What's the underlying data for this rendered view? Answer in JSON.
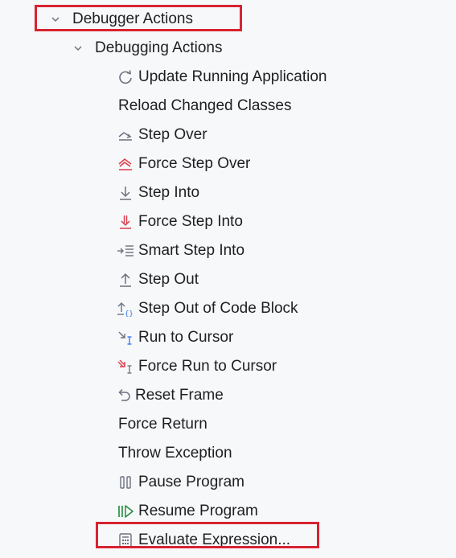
{
  "tree": {
    "root": {
      "label": "Debugger Actions",
      "expanded": true
    },
    "group": {
      "label": "Debugging Actions",
      "expanded": true
    },
    "items": [
      {
        "label": "Update Running Application",
        "icon": "refresh-icon"
      },
      {
        "label": "Reload Changed Classes",
        "icon": ""
      },
      {
        "label": "Step Over",
        "icon": "step-over-icon"
      },
      {
        "label": "Force Step Over",
        "icon": "force-step-over-icon"
      },
      {
        "label": "Step Into",
        "icon": "step-into-icon"
      },
      {
        "label": "Force Step Into",
        "icon": "force-step-into-icon"
      },
      {
        "label": "Smart Step Into",
        "icon": "smart-step-into-icon"
      },
      {
        "label": "Step Out",
        "icon": "step-out-icon"
      },
      {
        "label": "Step Out of Code Block",
        "icon": "step-out-code-block-icon"
      },
      {
        "label": "Run to Cursor",
        "icon": "run-to-cursor-icon"
      },
      {
        "label": "Force Run to Cursor",
        "icon": "force-run-to-cursor-icon"
      },
      {
        "label": "Reset Frame",
        "icon": "reset-frame-icon"
      },
      {
        "label": "Force Return",
        "icon": ""
      },
      {
        "label": "Throw Exception",
        "icon": ""
      },
      {
        "label": "Pause Program",
        "icon": "pause-icon"
      },
      {
        "label": "Resume Program",
        "icon": "resume-icon"
      },
      {
        "label": "Evaluate Expression...",
        "icon": "calculator-icon"
      }
    ]
  },
  "colors": {
    "highlight_border": "#d62430",
    "icon_gray": "#6c707e",
    "icon_red": "#db3b4b",
    "icon_blue": "#3574f0",
    "icon_green": "#208a3c"
  }
}
